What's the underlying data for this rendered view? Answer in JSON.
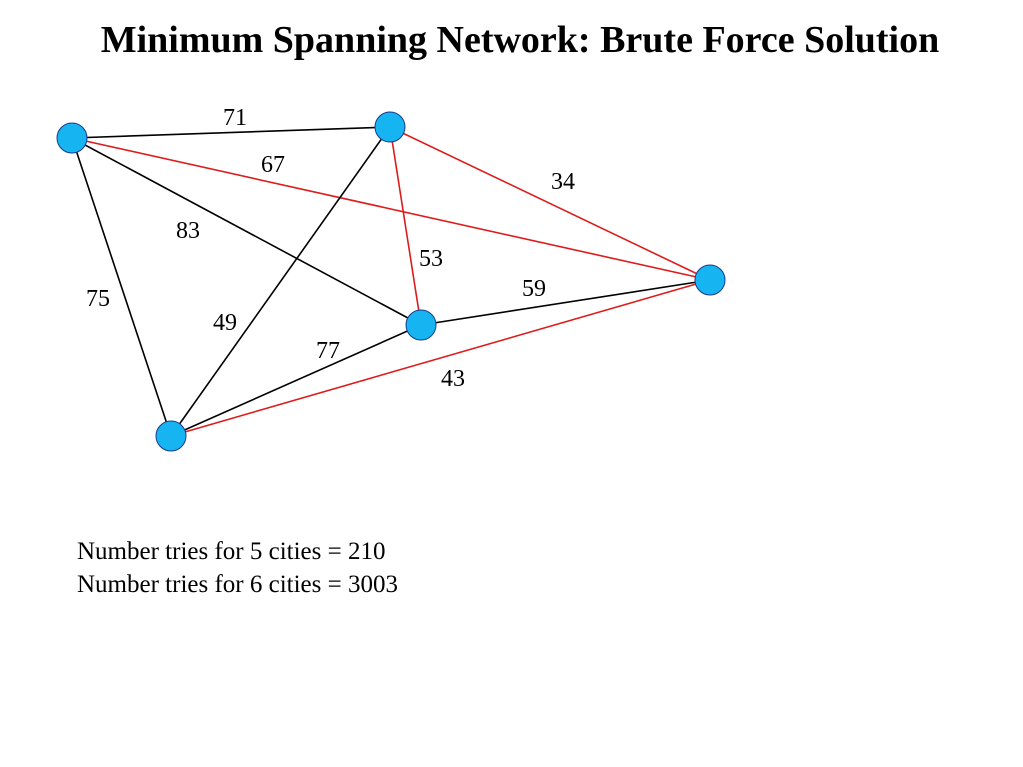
{
  "title": "Minimum Spanning Network: Brute Force Solution",
  "colors": {
    "node_fill": "#16b5f2",
    "node_stroke": "#1a3a8a",
    "edge_default": "#000000",
    "edge_highlight": "#dd1c1c"
  },
  "graph": {
    "nodes": [
      {
        "id": "A"
      },
      {
        "id": "B"
      },
      {
        "id": "C"
      },
      {
        "id": "D"
      },
      {
        "id": "E"
      }
    ],
    "edges": [
      {
        "from": "A",
        "to": "B",
        "weight": "71",
        "highlighted": false
      },
      {
        "from": "A",
        "to": "E",
        "weight": "67",
        "highlighted": true
      },
      {
        "from": "B",
        "to": "E",
        "weight": "34",
        "highlighted": true
      },
      {
        "from": "A",
        "to": "C",
        "weight": "83",
        "highlighted": false
      },
      {
        "from": "B",
        "to": "C",
        "weight": "53",
        "highlighted": true
      },
      {
        "from": "C",
        "to": "E",
        "weight": "59",
        "highlighted": false
      },
      {
        "from": "A",
        "to": "D",
        "weight": "75",
        "highlighted": false
      },
      {
        "from": "B",
        "to": "D",
        "weight": "49",
        "highlighted": false
      },
      {
        "from": "C",
        "to": "D",
        "weight": "77",
        "highlighted": false
      },
      {
        "from": "D",
        "to": "E",
        "weight": "43",
        "highlighted": true
      }
    ]
  },
  "tries": [
    "Number tries for 5 cities = 210",
    "Number tries for 6 cities = 3003"
  ]
}
